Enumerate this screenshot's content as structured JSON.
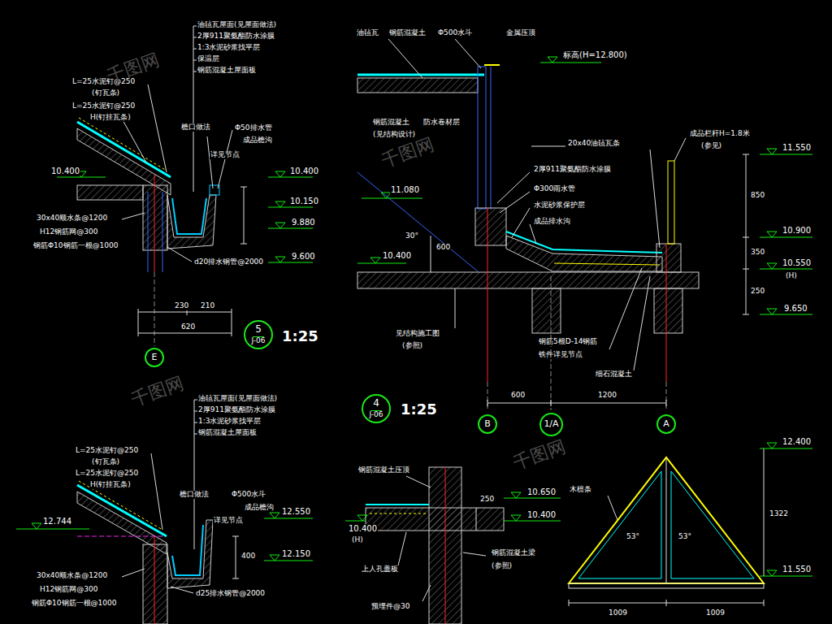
{
  "diagram": {
    "nodes": [
      {
        "text": [
          "5",
          "J-06"
        ]
      },
      {
        "text": [
          "4",
          "J-06"
        ]
      },
      {
        "text": [
          "E"
        ]
      },
      {
        "text": [
          "B"
        ]
      },
      {
        "text": [
          "1/A"
        ]
      },
      {
        "text": [
          "A"
        ]
      }
    ],
    "labels": [
      "油毡瓦屋面(见屋面做法)",
      "2厚911聚氨酯防水涂膜",
      "1:3水泥砂浆找平层",
      "保温层",
      "钢筋混凝土屋面板",
      "L=25水泥钉@250",
      "(钉瓦条)",
      "L=25水泥钉@250",
      "H(钉挂瓦条)",
      "檐口做法",
      "Φ50排水管",
      "成品檐沟",
      "详见节点",
      "10.400",
      "30x40顺水条@1200",
      "H12钢筋网@300",
      "钢筋Φ10钢筋一根@1000",
      "d20排水钢管@2000",
      "10.400",
      "10.150",
      "9.880",
      "9.600",
      "230",
      "210",
      "620",
      "1:25",
      "油毡瓦",
      "钢筋混凝土",
      "Φ500水斗",
      "金属压顶",
      "标高(H=12.800)",
      "钢筋混凝土",
      "(见结构设计)",
      "防水卷材层",
      "11.080",
      "10.400",
      "30°",
      "600",
      "20x40油毡瓦条",
      "2厚911聚氨酯防水涂膜",
      "Φ300雨水管",
      "水泥砂浆保护层",
      "成品排水沟",
      "见结构施工图",
      "(参照)",
      "钢筋5根D-14钢筋",
      "铁件详见节点",
      "细石混凝土",
      "成品栏杆H=1.8米",
      "(参见)",
      "11.550",
      "10.900",
      "10.550",
      "(H)",
      "9.650",
      "850",
      "350",
      "250",
      "600",
      "1200",
      "1:25",
      "油毡瓦屋面(见屋面做法)",
      "2厚911聚氨酯防水涂膜",
      "1:3水泥砂浆找平层",
      "钢筋混凝土屋面板",
      "L=25水泥钉@250",
      "(钉瓦条)",
      "L=25水泥钉@250",
      "H(钉挂瓦条)",
      "檐口做法",
      "Φ500水斗",
      "成品檐沟",
      "详见节点",
      "12.744",
      "12.550",
      "12.150",
      "400",
      "30x40顺水条@1200",
      "H12钢筋网@300",
      "钢筋Φ10钢筋一根@1000",
      "d25排水钢管@2000",
      "钢筋混凝土压顶",
      "10.650",
      "10.400",
      "(H)",
      "10.400",
      "250",
      "上人孔盖板",
      "钢筋混凝土梁",
      "(参照)",
      "预埋件@30",
      "12.400",
      "11.550",
      "1322",
      "53°",
      "53°",
      "木檩条",
      "1009",
      "1009",
      "千图网",
      "千图网",
      "千图网",
      "千图网"
    ]
  }
}
